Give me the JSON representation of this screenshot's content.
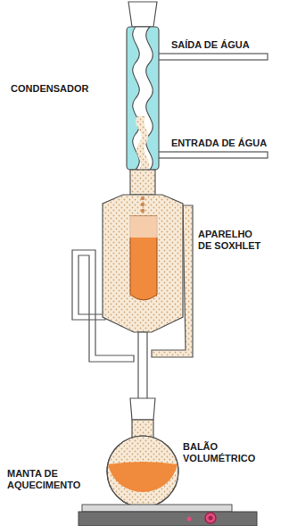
{
  "diagram": {
    "labels": [
      "CONDENSADOR",
      "SAÍDA DE ÁGUA",
      "ENTRADA DE ÁGUA",
      "APARELHO DE SOXHLET",
      "BALÃO VOLUMÉTRICO",
      "MANTA DE AQUECIMENTO"
    ]
  }
}
